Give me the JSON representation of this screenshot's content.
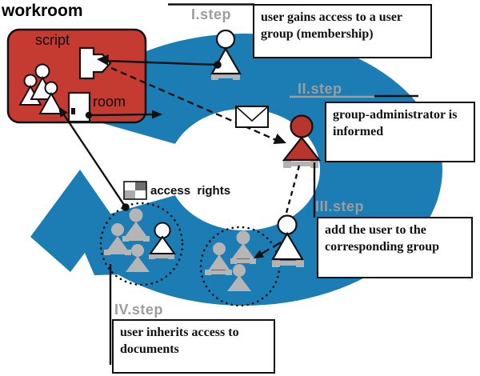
{
  "title": {
    "workroom": "workroom"
  },
  "workroom_box": {
    "script_label": "script",
    "room_label": "room"
  },
  "steps": [
    {
      "label": "I.step",
      "note": "user gains access to a user group (membership)"
    },
    {
      "label": "II.step",
      "note": "group-administrator is informed"
    },
    {
      "label": "III.step",
      "note": "add the user to the corresponding group"
    },
    {
      "label": "IV.step",
      "note": "user inherits access to documents"
    }
  ],
  "access_rights": {
    "label": "access  rights"
  },
  "icons": [
    "script-pointer-icon",
    "door-icon",
    "envelope-icon",
    "access-rights-grid-icon",
    "user-figure-icon",
    "group-admin-figure-icon",
    "user-group-icon",
    "cycle-arrow"
  ],
  "colors": {
    "cycle_blue": "#1b7db3",
    "workroom_red": "#c53b32",
    "admin_red": "#b8352e",
    "figure_gray": "#b5b5b5",
    "base_gray": "#b3b3b3",
    "step_label_gray": "#9d9d9d",
    "note_border": "#111111",
    "text_black": "#000000"
  }
}
